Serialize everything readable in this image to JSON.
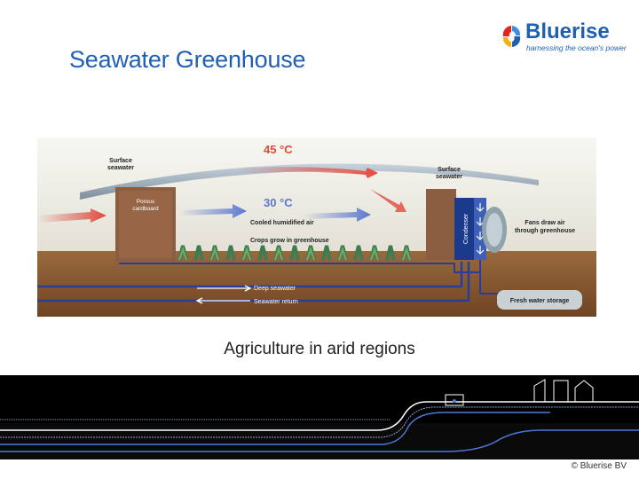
{
  "slide": {
    "title": "Seawater Greenhouse",
    "caption": "Agriculture in arid regions",
    "copyright": "© Bluerise BV"
  },
  "logo": {
    "name": "Bluerise",
    "tagline": "harnessing the ocean's power",
    "brand_color": "#1f5fb4"
  },
  "diagram": {
    "outside_temp": "45 °C",
    "inside_temp": "30 °C",
    "labels": {
      "surface_seawater_left": [
        "Surface",
        "seawater"
      ],
      "porous_cardboard": [
        "Porous",
        "cardboard"
      ],
      "surface_seawater_right": [
        "Surface",
        "seawater"
      ],
      "cooled_air": "Cooled humidified air",
      "crops": "Crops grow in greenhouse",
      "condenser": "Condenser",
      "fans": [
        "Fans draw air",
        "through greenhouse"
      ],
      "deep_seawater": "Deep seawater",
      "seawater_return": "Seawater return",
      "fresh_water_storage": "Fresh water storage"
    },
    "colors": {
      "hot_air": "#e04a3c",
      "cool_air": "#5a78d0",
      "soil": "#8a5a32",
      "pipe": "#2b3d9a"
    }
  }
}
